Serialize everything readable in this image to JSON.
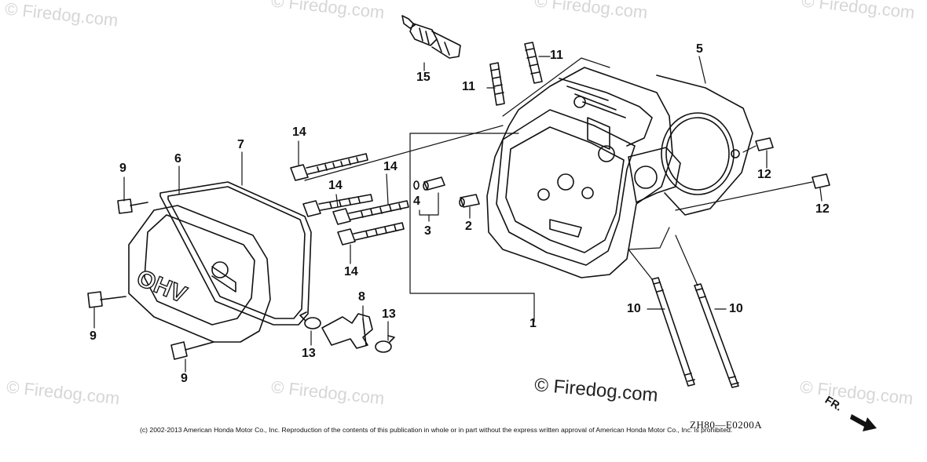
{
  "watermark": "© Firedog.com",
  "center_watermark": "© Firedog.com",
  "diagram_code": "ZH80—E0200A",
  "copyright": "(c) 2002-2013 American Honda Motor Co., Inc. Reproduction of the contents of this publication in whole or in part without the express written approval of American Honda Motor Co., Inc. is prohibited.",
  "direction_label": "FR.",
  "valve_cover_emboss": "OHV",
  "callouts": {
    "c15": "15",
    "c11a": "11",
    "c11b": "11",
    "c5": "5",
    "c14a": "14",
    "c14b": "14",
    "c14c": "14",
    "c14d": "14",
    "c9a": "9",
    "c9b": "9",
    "c9c": "9",
    "c6": "6",
    "c7": "7",
    "c4": "4",
    "c3": "3",
    "c2": "2",
    "c12a": "12",
    "c12b": "12",
    "c1": "1",
    "c10a": "10",
    "c10b": "10",
    "c8": "8",
    "c13a": "13",
    "c13b": "13"
  }
}
